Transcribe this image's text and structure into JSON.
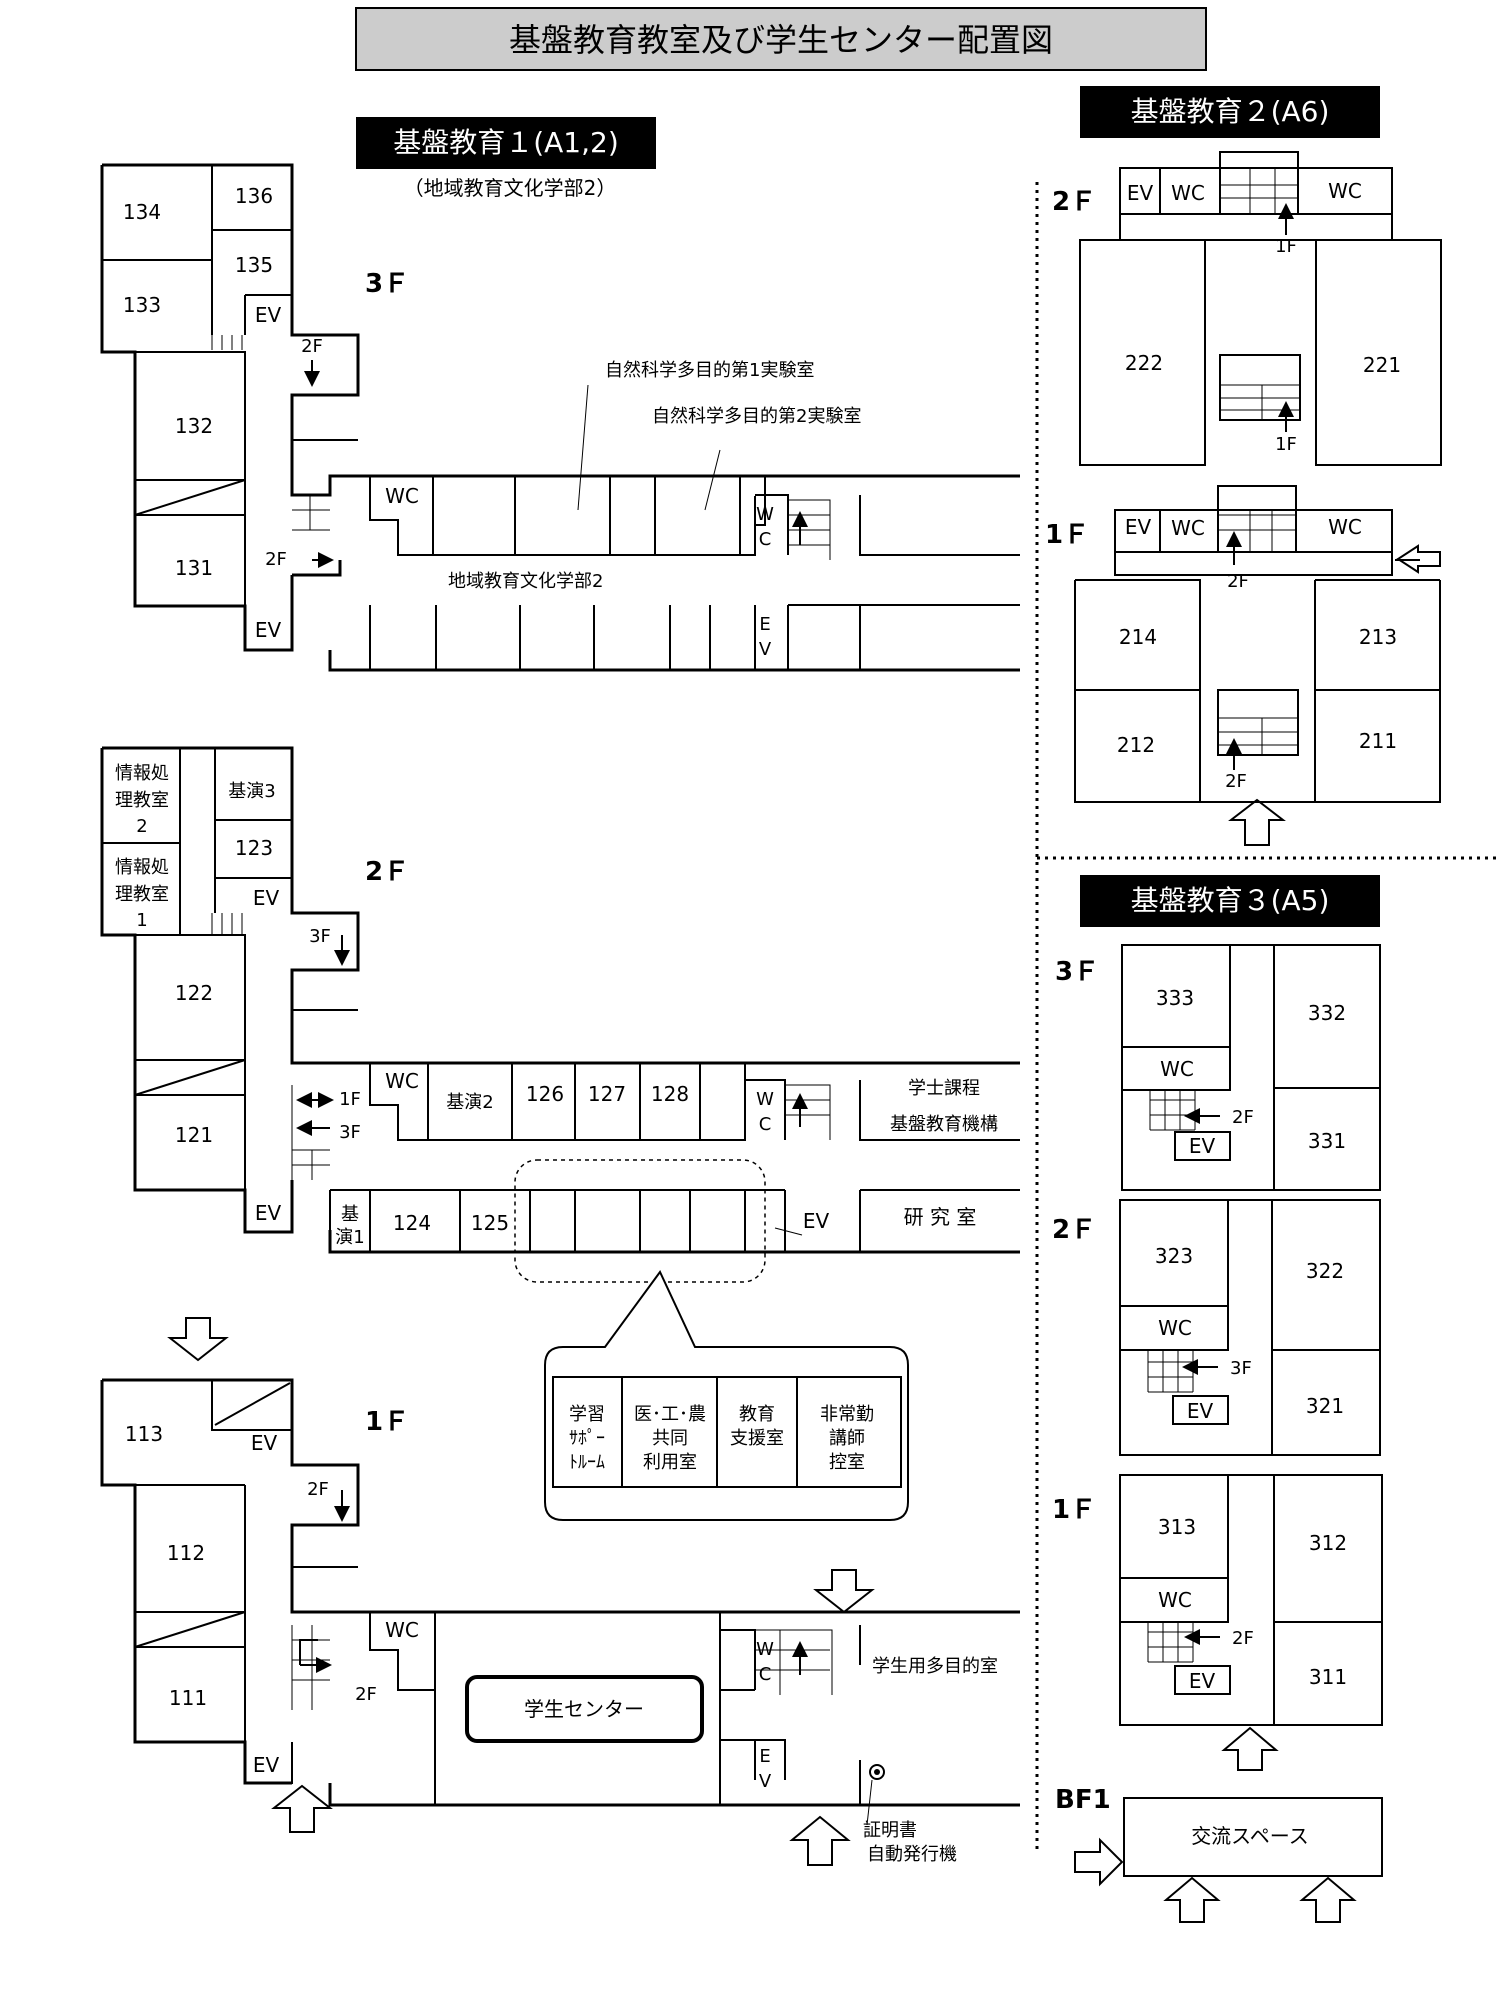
{
  "title": "基盤教育教室及び学生センター配置図",
  "building1": {
    "name": "基盤教育１(A1,2)",
    "subtitle": "（地域教育文化学部2）",
    "floor3": {
      "label": "3Ｆ",
      "rooms": [
        "134",
        "136",
        "135",
        "133",
        "132",
        "131"
      ],
      "ev": "EV",
      "wc": "WC",
      "stair_2f": "2F",
      "lab1": "自然科学多目的第1実験室",
      "lab2": "自然科学多目的第2実験室",
      "dept": "地域教育文化学部2",
      "wc_v1": "W",
      "wc_v2": "C",
      "ev_v1": "E",
      "ev_v2": "V"
    },
    "floor2": {
      "label": "2Ｆ",
      "info2": [
        "情報処",
        "理教室",
        "2"
      ],
      "info1": [
        "情報処",
        "理教室",
        "1"
      ],
      "kien3": "基演3",
      "rooms": [
        "123",
        "122",
        "121",
        "126",
        "127",
        "128",
        "124",
        "125"
      ],
      "kien2": "基演2",
      "kien1": [
        "基",
        "演1"
      ],
      "ev": "EV",
      "wc": "WC",
      "stair_3f": "3F",
      "arrow_1f": "1F",
      "arrow_3f": "3F",
      "wc_v1": "W",
      "wc_v2": "C",
      "gakushi1": "学士課程",
      "gakushi2": "基盤教育機構",
      "kenkyu": "研 究 室",
      "callout": [
        [
          "学習",
          "ｻﾎﾟｰ",
          "ﾄﾙｰﾑ"
        ],
        [
          "医･工･農",
          "共同",
          "利用室"
        ],
        [
          "教育",
          "支援室"
        ],
        [
          "非常勤",
          "講師",
          "控室"
        ]
      ]
    },
    "floor1": {
      "label": "1Ｆ",
      "rooms": [
        "113",
        "112",
        "111"
      ],
      "ev": "EV",
      "wc": "WC",
      "stair_2f": "2F",
      "center": "学生センター",
      "wc_v1": "W",
      "wc_v2": "C",
      "ev_v1": "E",
      "ev_v2": "V",
      "multi": "学生用多目的室",
      "cert1": "証明書",
      "cert2": "自動発行機"
    }
  },
  "building2": {
    "name": "基盤教育２(A6)",
    "floor2": {
      "label": "2Ｆ",
      "ev": "EV",
      "wc": "WC",
      "rooms": [
        "222",
        "221"
      ],
      "arrow_1f": "1F"
    },
    "floor1": {
      "label": "1Ｆ",
      "ev": "EV",
      "wc": "WC",
      "rooms": [
        "214",
        "213",
        "212",
        "211"
      ],
      "arrow_2f": "2F"
    }
  },
  "building3": {
    "name": "基盤教育３(A5)",
    "floor3": {
      "label": "3Ｆ",
      "rooms": [
        "333",
        "332",
        "331"
      ],
      "wc": "WC",
      "ev": "EV",
      "arrow": "2F"
    },
    "floor2": {
      "label": "2Ｆ",
      "rooms": [
        "323",
        "322",
        "321"
      ],
      "wc": "WC",
      "ev": "EV",
      "arrow": "3F"
    },
    "floor1": {
      "label": "1Ｆ",
      "rooms": [
        "313",
        "312",
        "311"
      ],
      "wc": "WC",
      "ev": "EV",
      "arrow": "2F"
    },
    "bf1": {
      "label": "BF1",
      "space": "交流スペース"
    }
  }
}
